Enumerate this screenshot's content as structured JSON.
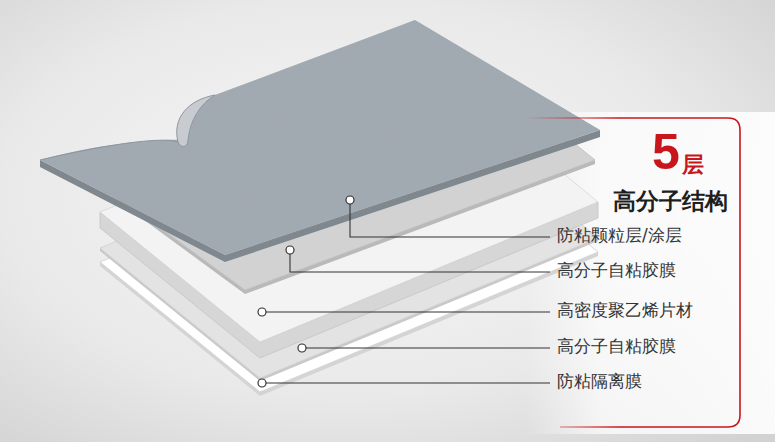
{
  "diagram": {
    "labels": [
      "5",
      "层",
      "高分子结构",
      "防粘颗粒层/涂层",
      "高分子自粘胶膜",
      "高密度聚乙烯片材",
      "高分子自粘胶膜",
      "防粘隔离膜"
    ]
  }
}
